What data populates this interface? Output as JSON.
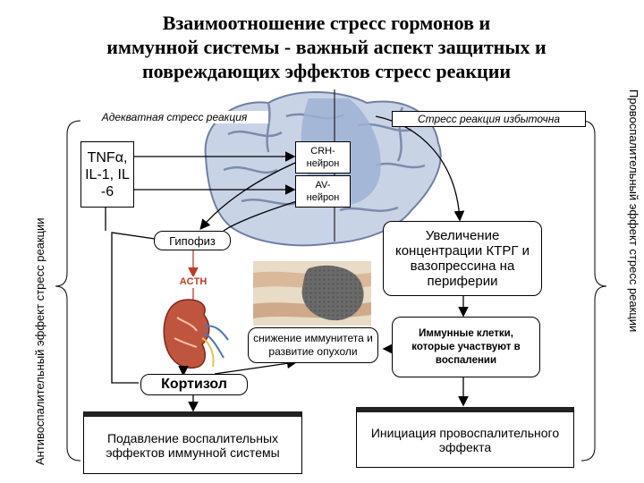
{
  "title": {
    "line1": "Взаимоотношение стресс гормонов и",
    "line2": "иммунной системы - важный аспект защитных и",
    "line3": "повреждающих эффектов стресс реакции"
  },
  "side_labels": {
    "left": "Антивоспалительный эффект стресс реакции",
    "right": "Провоспалительный эффект стресс реакции"
  },
  "headers": {
    "adequate": "Адекватная стресс реакция",
    "excessive": "Стресс реакция избыточна"
  },
  "nodes": {
    "cytokines": "TNFα, IL-1, IL -6",
    "crh_line1": "CRH-",
    "crh_line2": "нейрон",
    "av_line1": "AV-",
    "av_line2": "нейрон",
    "pituitary": "Гипофиз",
    "acth": "ACTH",
    "immunity": "снижение иммунитета и развитие опухоли",
    "cortisol": "Кортизол",
    "suppression": "Подавление воспалительных эффектов иммунной системы",
    "increase": "Увеличение концентрации КТРГ и вазопрессина на периферии",
    "immune_cells": "Иммунные клетки, которые участвуют в воспалении",
    "initiation": "Инициация провоспалительного эффекта"
  }
}
